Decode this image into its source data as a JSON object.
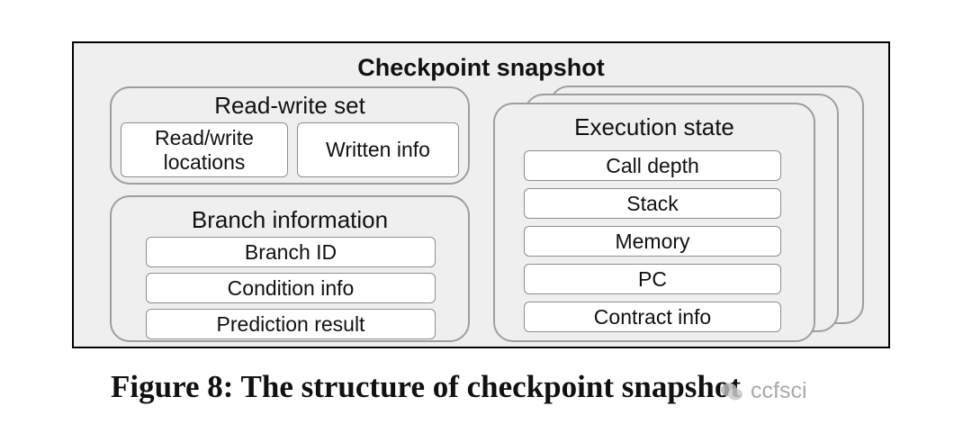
{
  "diagram": {
    "title": "Checkpoint snapshot",
    "read_write_set": {
      "title": "Read-write set",
      "items": [
        "Read/write\nlocations",
        "Written info"
      ]
    },
    "branch_information": {
      "title": "Branch information",
      "items": [
        "Branch ID",
        "Condition info",
        "Prediction result"
      ]
    },
    "execution_state": {
      "title": "Execution state",
      "items": [
        "Call depth",
        "Stack",
        "Memory",
        "PC",
        "Contract info"
      ]
    }
  },
  "caption": "Figure 8: The structure of checkpoint snapshot",
  "watermark": "ccfsci"
}
